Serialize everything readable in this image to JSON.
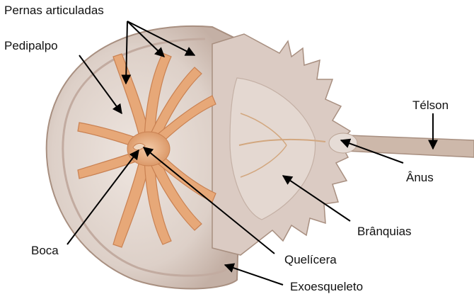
{
  "labels": {
    "walking_legs": "Pernas articuladas",
    "pedipalp": "Pedipalpo",
    "telson": "Télson",
    "anus": "Ânus",
    "gills": "Brânquias",
    "mouth": "Boca",
    "chelicera": "Quelícera",
    "exoskeleton": "Exoesqueleto"
  },
  "colors": {
    "shell_light": "#e9dfd8",
    "shell_mid": "#d6c5bb",
    "shell_dark": "#b79f93",
    "legs": "#e7a878",
    "legs_dark": "#c98152",
    "arrow": "#000000"
  }
}
